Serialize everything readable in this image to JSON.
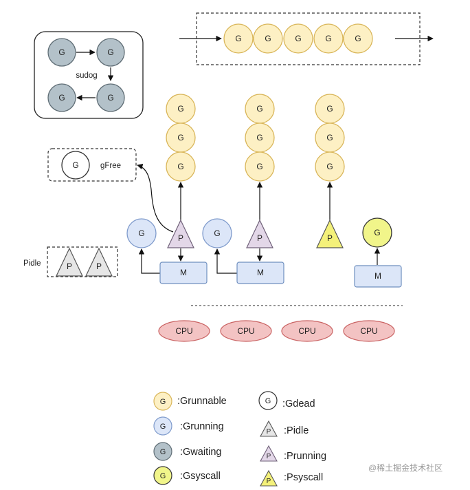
{
  "colors": {
    "grunnable": "#fdf0c4",
    "grunnable_stroke": "#d9b65a",
    "grunning": "#dce6f8",
    "grunning_stroke": "#7f9bcc",
    "gwaiting": "#b3c1c9",
    "gwaiting_stroke": "#5f6d75",
    "gsyscall": "#f1f58a",
    "gsyscall_stroke": "#353535",
    "gdead": "#ffffff",
    "pidle": "#e6e6e6",
    "prunning": "#e3d7e8",
    "psyscall": "#f4f17a",
    "m_fill": "#dce6f8",
    "m_stroke": "#6f8fbf",
    "cpu_fill": "#f3c3c3",
    "cpu_stroke": "#c96262"
  },
  "labels": {
    "g": "G",
    "p": "P",
    "m": "M",
    "cpu": "CPU",
    "sudog": "sudog",
    "gfree": "gFree",
    "pidle": "Pidle"
  },
  "legend": {
    "grunnable": ":Grunnable",
    "grunning": ":Grunning",
    "gwaiting": ":Gwaiting",
    "gsyscall": ":Gsyscall",
    "gdead": ":Gdead",
    "pidle": ":Pidle",
    "prunning": ":Prunning",
    "psyscall": ":Psyscall"
  },
  "watermark": "@稀土掘金技术社区"
}
